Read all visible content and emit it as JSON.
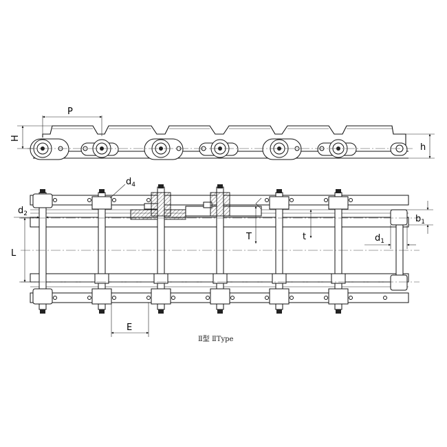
{
  "labels": {
    "P": "P",
    "H": "H",
    "h": "h",
    "d4_main": "d",
    "d4_sub": "4",
    "d2_main": "d",
    "d2_sub": "2",
    "b1_main": "b",
    "b1_sub": "1",
    "T": "T",
    "t": "t",
    "d1_main": "d",
    "d1_sub": "1",
    "L": "L",
    "E": "E"
  },
  "caption": "Ⅱ型 ⅡType"
}
